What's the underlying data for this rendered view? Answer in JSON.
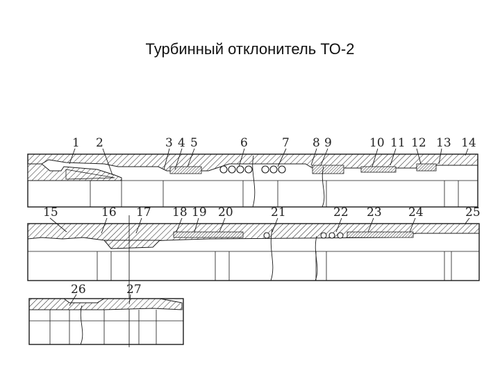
{
  "title": "Турбинный отклонитель ТО-2",
  "callouts_row1": [
    "1",
    "2",
    "3",
    "4",
    "5",
    "6",
    "7",
    "8",
    "9",
    "10",
    "11",
    "12",
    "13",
    "14"
  ],
  "callouts_row2": [
    "15",
    "16",
    "17",
    "18",
    "19",
    "20",
    "21",
    "22",
    "23",
    "24",
    "25"
  ],
  "callouts_row3": [
    "26",
    "27"
  ]
}
